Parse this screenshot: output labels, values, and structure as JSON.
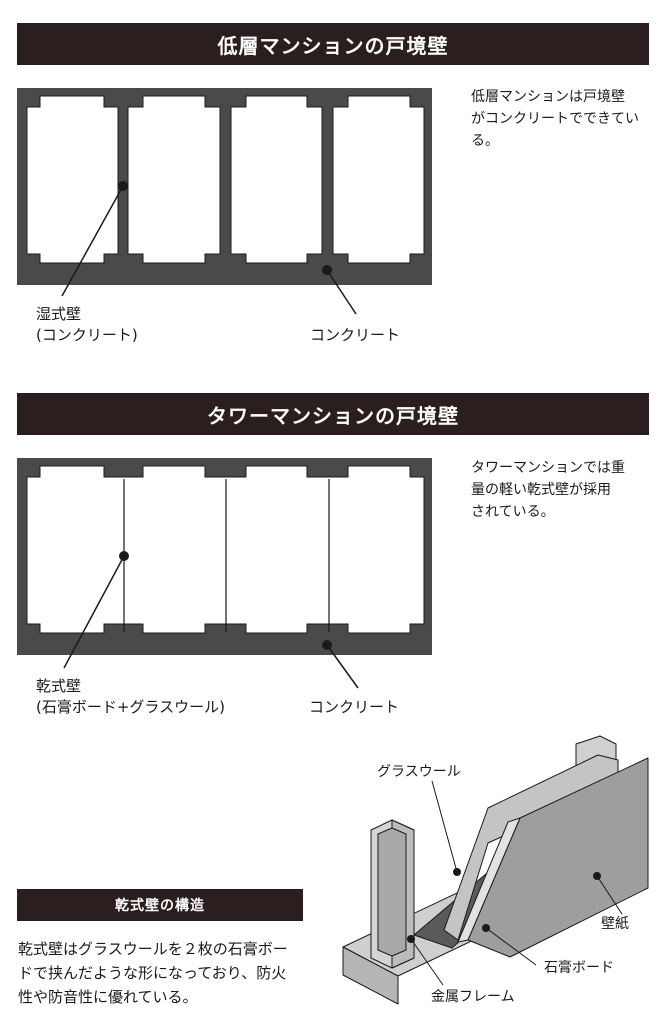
{
  "section1": {
    "title": "低層マンションの戸境壁",
    "description": "低層マンションは戸境壁\nがコンクリートでできてい\nる。",
    "label_wet": "湿式壁\n(コンクリート)",
    "label_concrete": "コンクリート"
  },
  "section2": {
    "title": "タワーマンションの戸境壁",
    "description": "タワーマンションでは重\n量の軽い乾式壁が採用\nされている。",
    "label_dry": "乾式壁\n(石膏ボード+グラスウール)",
    "label_concrete": "コンクリート"
  },
  "section3": {
    "title": "乾式壁の構造",
    "description": "乾式壁はグラスウールを２枚の石膏ボー\nドで挟んだような形になっており、防火\n性や防音性に優れている。",
    "label_glasswool": "グラスウール",
    "label_wallpaper": "壁紙",
    "label_gypsum": "石膏ボード",
    "label_frame": "金属フレーム"
  },
  "colors": {
    "banner": "#2a1f1e",
    "concrete": "#4a4a4a",
    "ink": "#1a1a1a"
  }
}
